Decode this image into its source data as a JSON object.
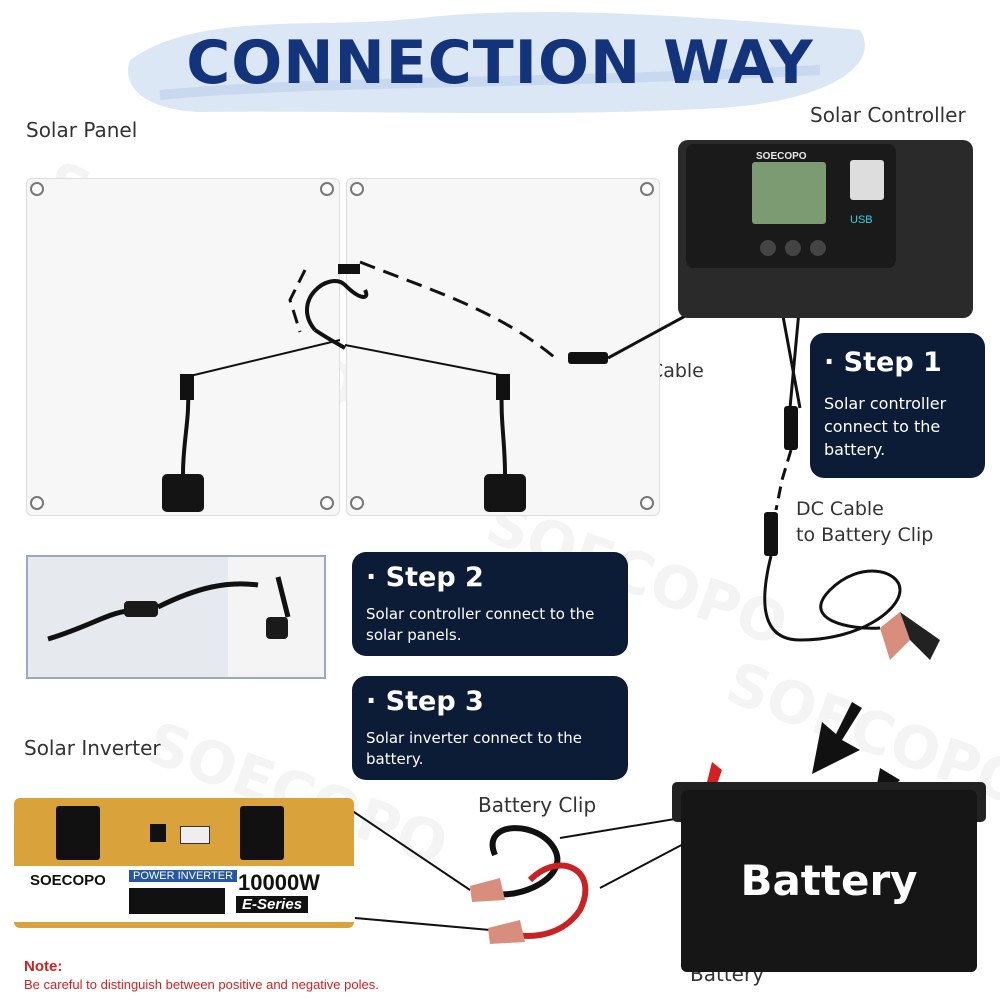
{
  "title": "CONNECTION WAY",
  "labels": {
    "solar_panel": "Solar Panel",
    "solar_controller": "Solar Controller",
    "dc_cable": "DC Cable",
    "dc_cable_battery_clip": [
      "DC Cable",
      "to Battery Clip"
    ],
    "solar_inverter": "Solar Inverter",
    "battery_clip": "Battery Clip",
    "battery": "Battery"
  },
  "steps": [
    {
      "heading": "· Step 1",
      "text": [
        "Solar controller",
        "connect to the",
        "battery."
      ]
    },
    {
      "heading": "· Step 2",
      "text": [
        "Solar controller connect to the",
        "solar panels."
      ]
    },
    {
      "heading": "· Step 3",
      "text": [
        "Solar inverter connect to the",
        "battery."
      ]
    }
  ],
  "controller": {
    "brand": "SOECOPO",
    "usb": "USB"
  },
  "inverter": {
    "brand": "SOECOPO",
    "tag": "POWER INVERTER",
    "power": "10000W",
    "series": "E-Series"
  },
  "battery_text": "Battery",
  "watermark": "SOECOPO",
  "note": {
    "title": "Note:",
    "body": "Be careful to distinguish between positive and negative poles."
  },
  "colors": {
    "title": "#13347a",
    "step_bg": "#0d1c36",
    "note": "#d21f1f",
    "inverter": "#d9a23a"
  }
}
